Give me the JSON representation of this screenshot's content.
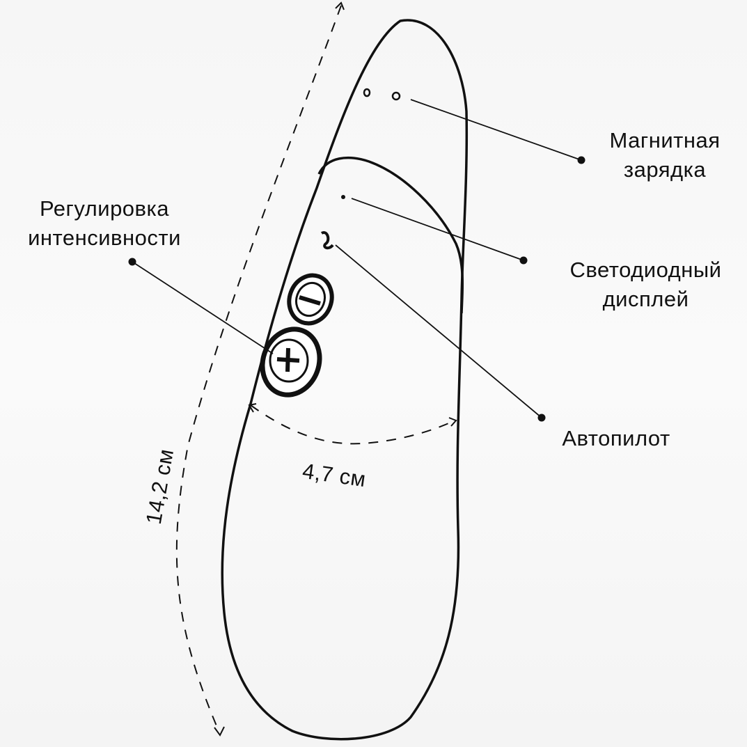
{
  "labels": {
    "magnetic_charging": [
      "Магнитная",
      "зарядка"
    ],
    "led_display": [
      "Светодиодный",
      "дисплей"
    ],
    "autopilot": "Автопилот",
    "intensity": [
      "Регулировка",
      "интенсивности"
    ]
  },
  "dimensions": {
    "width": "4,7 см",
    "length": "14,2 см"
  },
  "colors": {
    "stroke": "#111111",
    "background": "#f7f7f7"
  }
}
